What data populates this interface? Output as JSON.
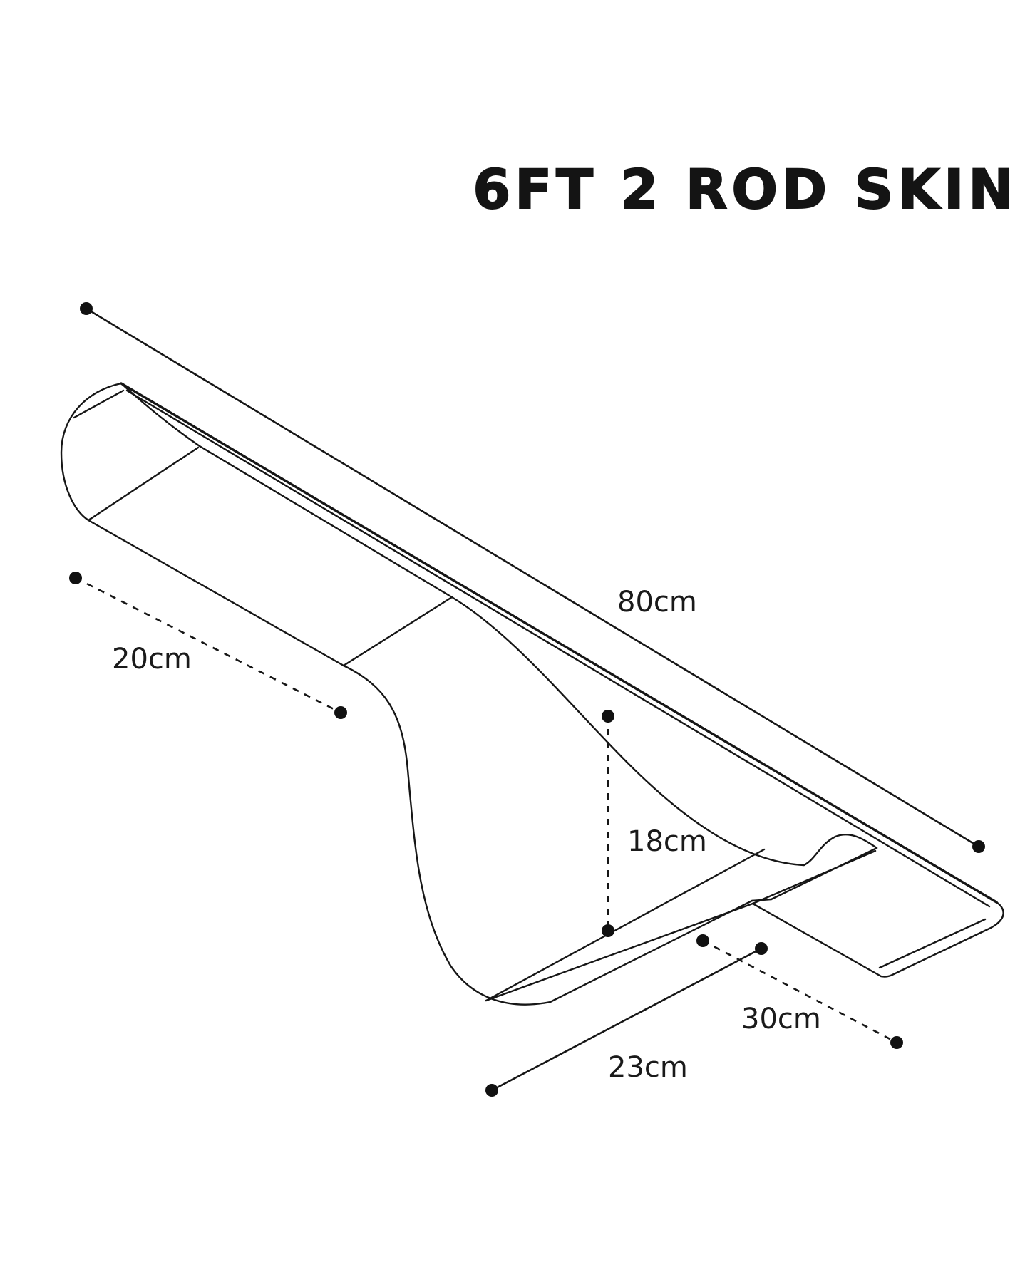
{
  "title": "6FT 2 ROD SKIN",
  "dimensions": {
    "length": "80cm",
    "butt_width": "20cm",
    "reel_height": "18cm",
    "reel_width": "23cm",
    "tip_width": "30cm"
  },
  "colors": {
    "line": "#161616",
    "background": "#ffffff"
  }
}
